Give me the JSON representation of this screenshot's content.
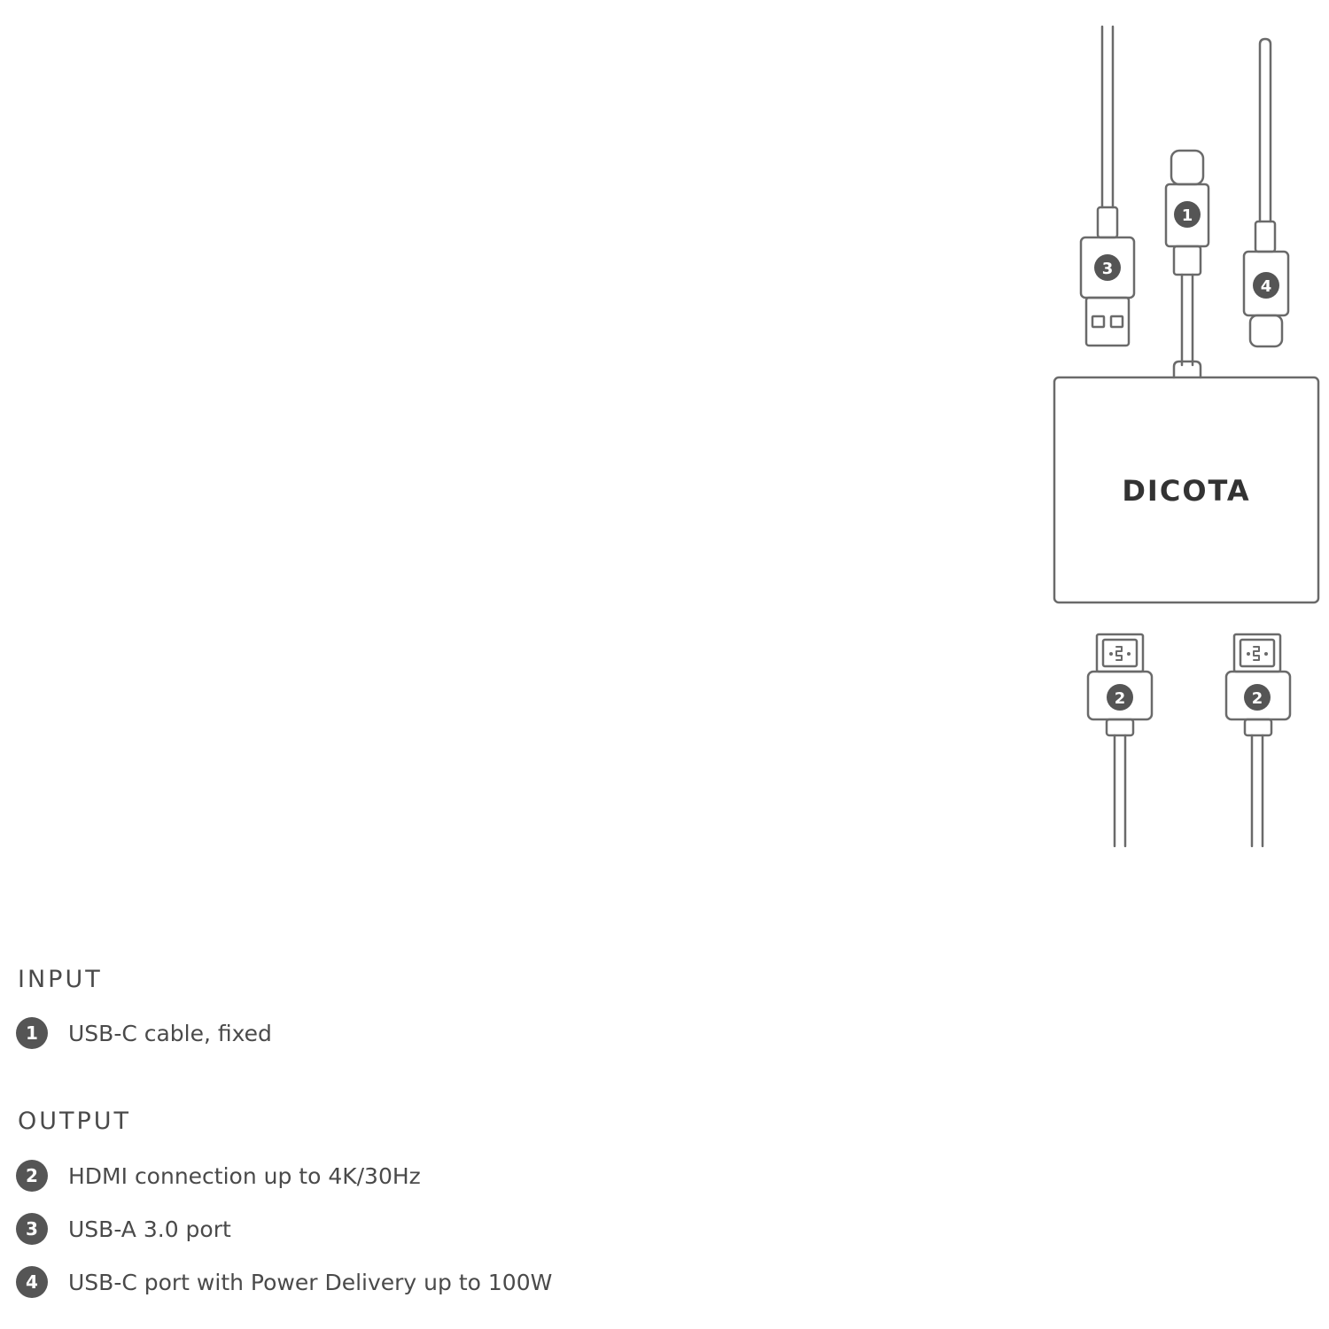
{
  "device": {
    "brand": "DICOTA",
    "connectors": [
      {
        "label": "1",
        "kind": "usb-c",
        "name": "usb-c-input-connector"
      },
      {
        "label": "3",
        "kind": "usb-a",
        "name": "usb-a-connector"
      },
      {
        "label": "4",
        "kind": "usb-c",
        "name": "usb-c-pd-connector"
      },
      {
        "label": "2",
        "kind": "hdmi",
        "name": "hdmi-connector-left"
      },
      {
        "label": "2",
        "kind": "hdmi",
        "name": "hdmi-connector-right"
      }
    ]
  },
  "input": {
    "heading": "INPUT",
    "items": [
      {
        "badge": "1",
        "text": "USB-C cable, fixed"
      }
    ]
  },
  "output": {
    "heading": "OUTPUT",
    "items": [
      {
        "badge": "2",
        "text": "HDMI connection up to 4K/30Hz"
      },
      {
        "badge": "3",
        "text": "USB-A 3.0 port"
      },
      {
        "badge": "4",
        "text": "USB-C port with Power Delivery up to 100W"
      }
    ]
  },
  "colors": {
    "line": "#6a6a6a",
    "badge": "#555555",
    "text": "#4a4a4a",
    "brand": "#333333"
  }
}
